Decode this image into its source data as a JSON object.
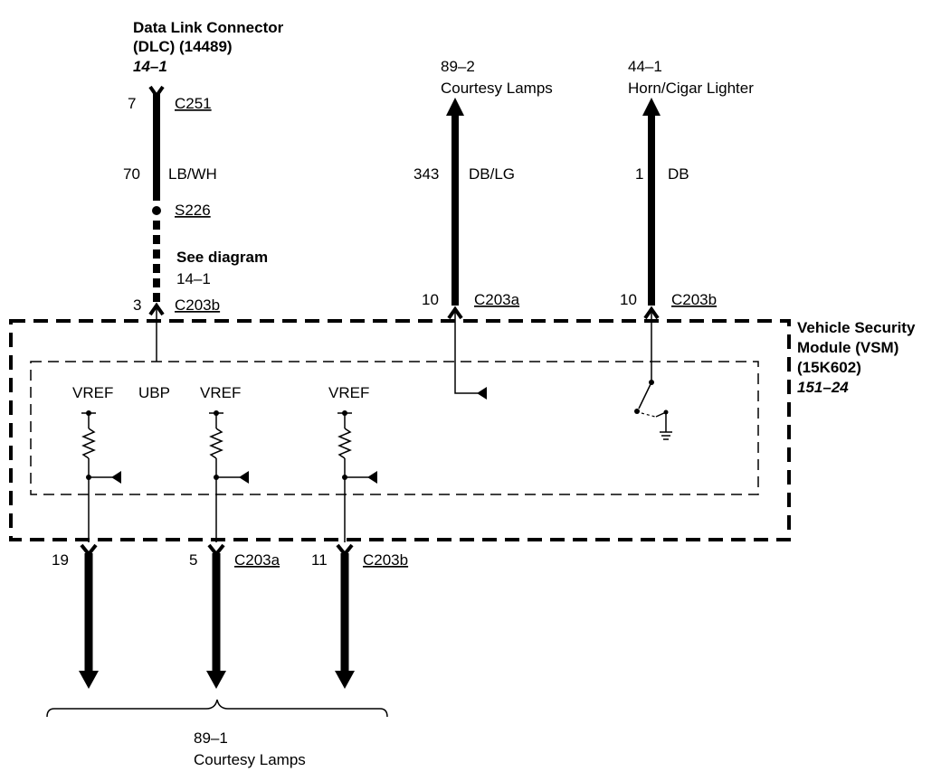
{
  "dlc": {
    "title_line1": "Data Link Connector",
    "title_line2": "(DLC) (14489)",
    "ref": "14–1",
    "pin": "7",
    "connector": "C251",
    "circuit": "70",
    "color": "LB/WH",
    "splice": "S226",
    "see_line1": "See diagram",
    "see_line2": "14–1",
    "module_pin": "3",
    "module_connector": "C203b"
  },
  "courtesy_top": {
    "ref": "89–2",
    "label": "Courtesy Lamps",
    "circuit": "343",
    "color": "DB/LG",
    "pin": "10",
    "connector": "C203a"
  },
  "horn": {
    "ref": "44–1",
    "label": "Horn/Cigar Lighter",
    "circuit": "1",
    "color": "DB",
    "pin": "10",
    "connector": "C203b"
  },
  "vsm": {
    "line1": "Vehicle Security",
    "line2": "Module (VSM)",
    "line3": "(15K602)",
    "ref": "151–24"
  },
  "internal": {
    "vref1": "VREF",
    "ubp": "UBP",
    "vref2": "VREF",
    "vref3": "VREF"
  },
  "bottom": {
    "pin1": "19",
    "pin2": "5",
    "connector2": "C203a",
    "pin3": "11",
    "connector3": "C203b",
    "ref": "89–1",
    "label": "Courtesy Lamps"
  }
}
